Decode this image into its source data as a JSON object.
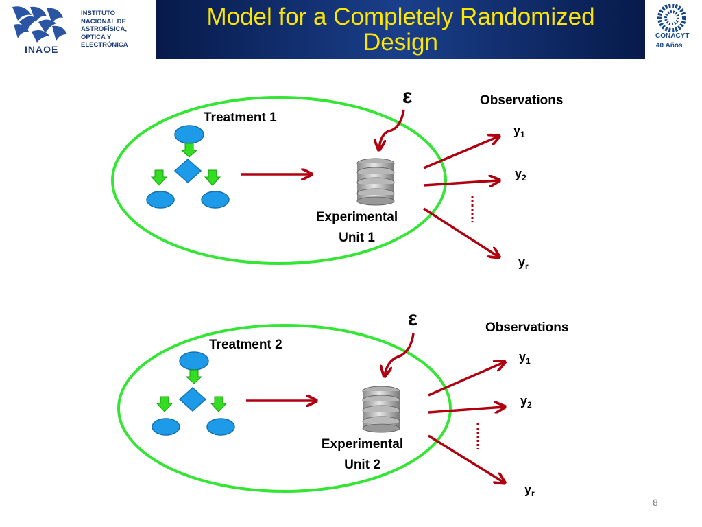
{
  "header": {
    "title": "Model for a Completely Randomized Design",
    "logo_left_lines": [
      "INSTITUTO",
      "NACIONAL DE",
      "ASTROFÍSICA,",
      "ÓPTICA Y",
      "ELECTRÓNICA"
    ],
    "logo_left_short": "INAOE",
    "logo_right_name": "CONACYT",
    "logo_right_years": "40 Años"
  },
  "diagram_top": {
    "treatment_label": "Treatment 1",
    "unit_label_line1": "Experimental",
    "unit_label_line2": "Unit 1",
    "error_symbol": "ε",
    "observations_label": "Observations",
    "obs_y1_base": "y",
    "obs_y1_sub": "1",
    "obs_y2_base": "y",
    "obs_y2_sub": "2",
    "obs_yr_base": "y",
    "obs_yr_sub": "r"
  },
  "diagram_bottom": {
    "treatment_label": "Treatment 2",
    "unit_label_line1": "Experimental",
    "unit_label_line2": "Unit 2",
    "error_symbol": "ε",
    "observations_label": "Observations",
    "obs_y1_base": "y",
    "obs_y1_sub": "1",
    "obs_y2_base": "y",
    "obs_y2_sub": "2",
    "obs_yr_base": "y",
    "obs_yr_sub": "r"
  },
  "colors": {
    "ellipse": "#33e633",
    "arrow": "#b00010",
    "node_fill": "#1e9be8",
    "node_stroke": "#1470b0",
    "green_arrow": "#33dd22",
    "title_text": "#ffe600",
    "title_bar": "#0f2f6e"
  },
  "page_number": "8"
}
